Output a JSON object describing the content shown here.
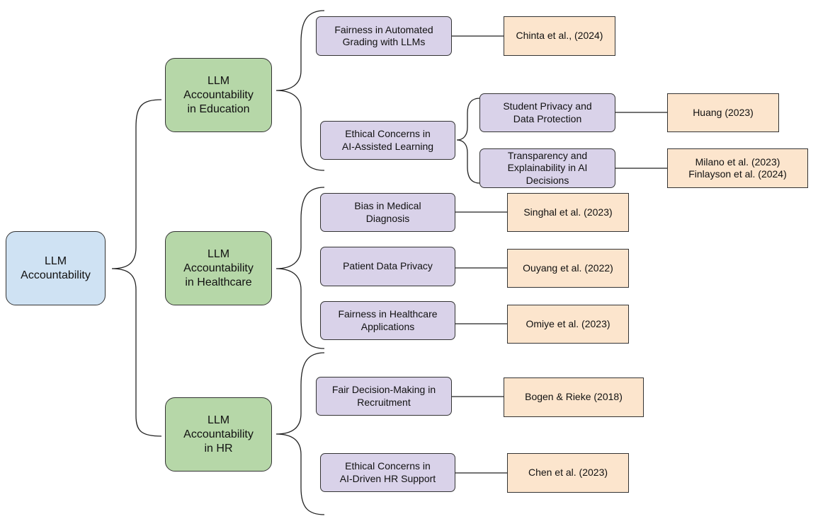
{
  "root": {
    "label": "LLM\nAccountability",
    "color": "#cfe2f3"
  },
  "categories": {
    "education": {
      "label": "LLM\nAccountability\nin Education",
      "color": "#b6d7a8"
    },
    "healthcare": {
      "label": "LLM\nAccountability\nin Healthcare",
      "color": "#b6d7a8"
    },
    "hr": {
      "label": "LLM\nAccountability\nin HR",
      "color": "#b6d7a8"
    }
  },
  "topics": {
    "fairness_grading": "Fairness in Automated\nGrading with LLMs",
    "ethical_learning": "Ethical Concerns in\nAI-Assisted Learning",
    "student_privacy": "Student Privacy and\nData Protection",
    "transparency": "Transparency and\nExplainability in AI\nDecisions",
    "bias_medical": "Bias in Medical\nDiagnosis",
    "patient_privacy": "Patient Data Privacy",
    "fairness_healthcare": "Fairness in Healthcare\nApplications",
    "fair_recruitment": "Fair Decision-Making in\nRecruitment",
    "ethical_hr": "Ethical Concerns in\nAI-Driven HR Support"
  },
  "references": {
    "chinta": "Chinta et al., (2024)",
    "huang": "Huang (2023)",
    "milano_finlayson": "Milano et al. (2023)\nFinlayson et al. (2024)",
    "singhal": "Singhal et al. (2023)",
    "ouyang": "Ouyang et al. (2022)",
    "omiye": "Omiye et al. (2023)",
    "bogen": "Bogen & Rieke (2018)",
    "chen": "Chen et al. (2023)"
  },
  "colors": {
    "topic": "#d9d2e9",
    "reference": "#fce5cd",
    "line": "#222222"
  }
}
